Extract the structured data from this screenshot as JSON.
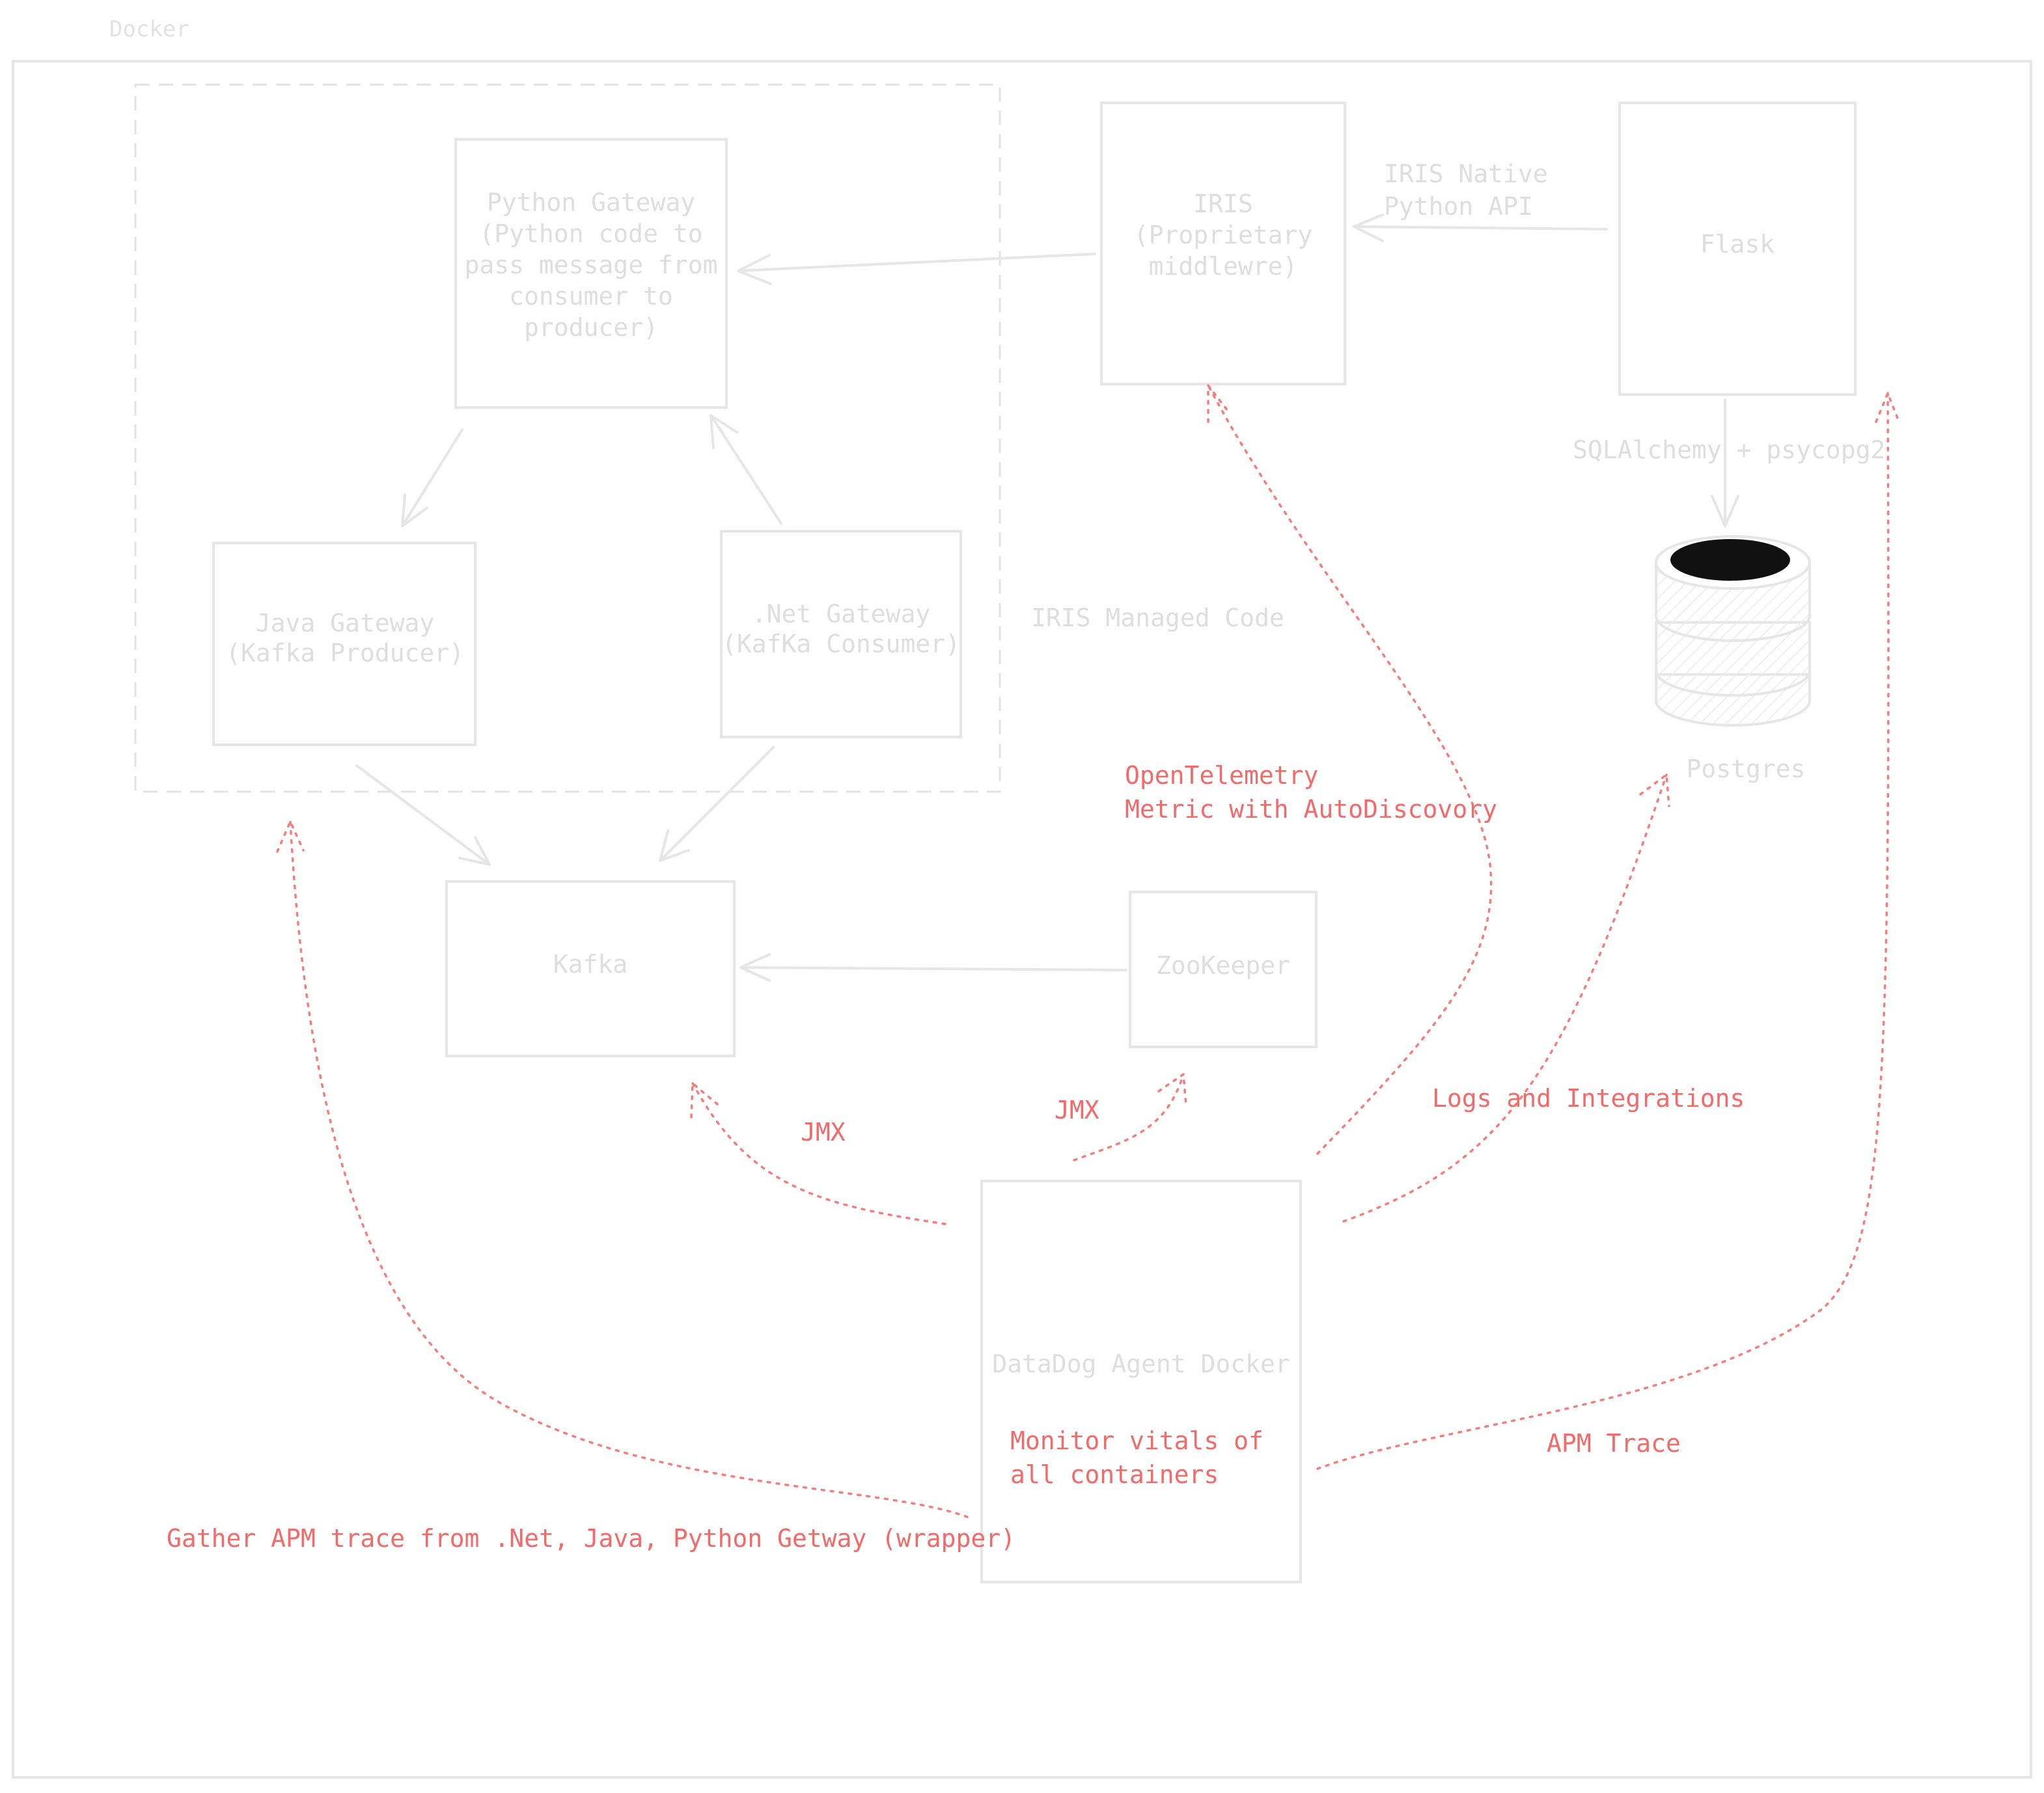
{
  "docker_label": "Docker",
  "managed_code_label": "IRIS Managed Code",
  "nodes": {
    "python_gateway": {
      "lines": [
        "Python Gateway",
        "(Python code to",
        "pass message from",
        "consumer to",
        "producer)"
      ]
    },
    "java_gateway": {
      "lines": [
        "Java Gateway",
        "(Kafka Producer)"
      ]
    },
    "net_gateway": {
      "lines": [
        ".Net Gateway",
        "(KafKa Consumer)"
      ]
    },
    "kafka": {
      "label": "Kafka"
    },
    "zookeeper": {
      "label": "ZooKeeper"
    },
    "iris": {
      "lines": [
        "IRIS",
        "(Proprietary",
        "middlewre)"
      ]
    },
    "flask": {
      "label": "Flask"
    },
    "postgres": {
      "label": "Postgres"
    },
    "datadog": {
      "label": "DataDog Agent Docker",
      "sub_lines": [
        "Monitor vitals of",
        "all containers"
      ]
    }
  },
  "edge_labels": {
    "iris_native": [
      "IRIS Native",
      "Python API"
    ],
    "sqlalchemy": "SQLAlchemy + psycopg2",
    "opentelemetry": [
      "OpenTelemetry",
      "Metric with AutoDiscovory"
    ],
    "jmx_kafka": "JMX",
    "jmx_zookeeper": "JMX",
    "logs": "Logs and Integrations",
    "apm_trace": "APM Trace",
    "gather_apm": "Gather APM trace from .Net, Java, Python Getway (wrapper)"
  },
  "colors": {
    "structure": "#e6e6e6",
    "annotation": "#f46a6a",
    "db_top": "#111111"
  }
}
